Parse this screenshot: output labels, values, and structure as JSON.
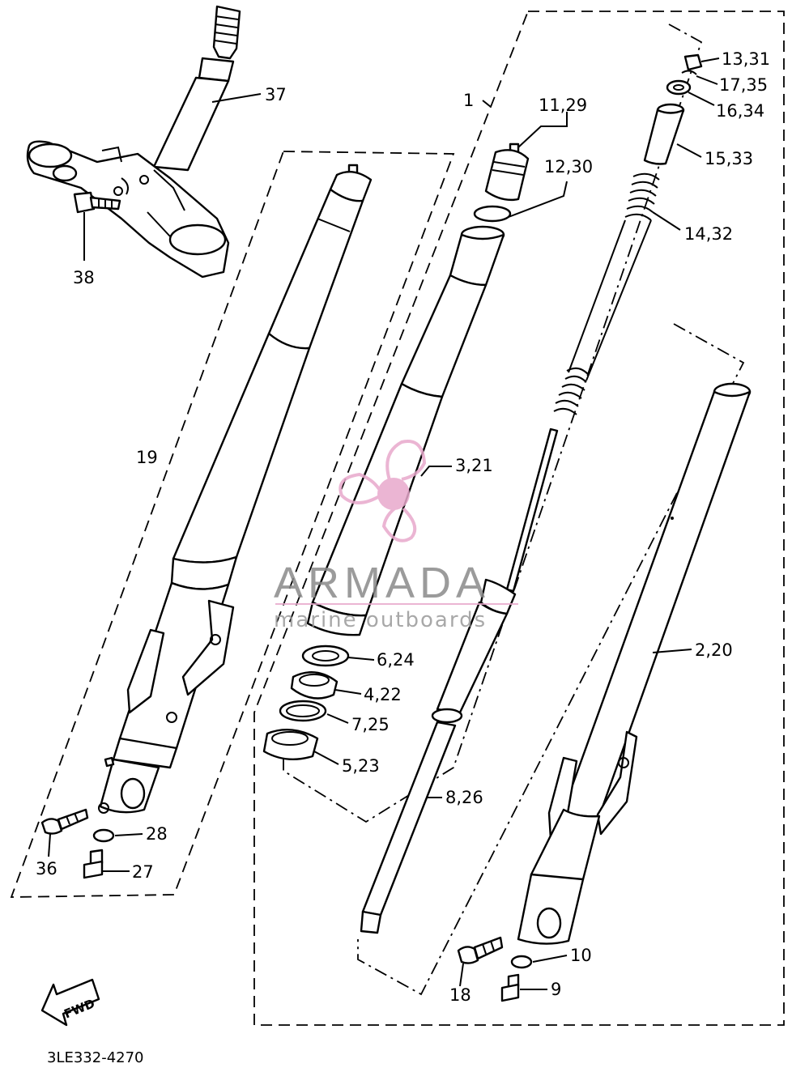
{
  "diagram": {
    "drawing_code": "3LE332-4270",
    "fwd_label": "FWD",
    "callouts": [
      "1",
      "37",
      "38",
      "19",
      "11,29",
      "12,30",
      "13,31",
      "17,35",
      "16,34",
      "15,33",
      "14,32",
      "3,21",
      "6,24",
      "4,22",
      "7,25",
      "5,23",
      "8,26",
      "2,20",
      "28",
      "36",
      "27",
      "10",
      "18",
      "9"
    ]
  },
  "watermark": {
    "brand": "ARMADA",
    "tagline": "marine outboards",
    "accent_color": "#e8a9cc",
    "gray_color": "#8a8a8a"
  }
}
